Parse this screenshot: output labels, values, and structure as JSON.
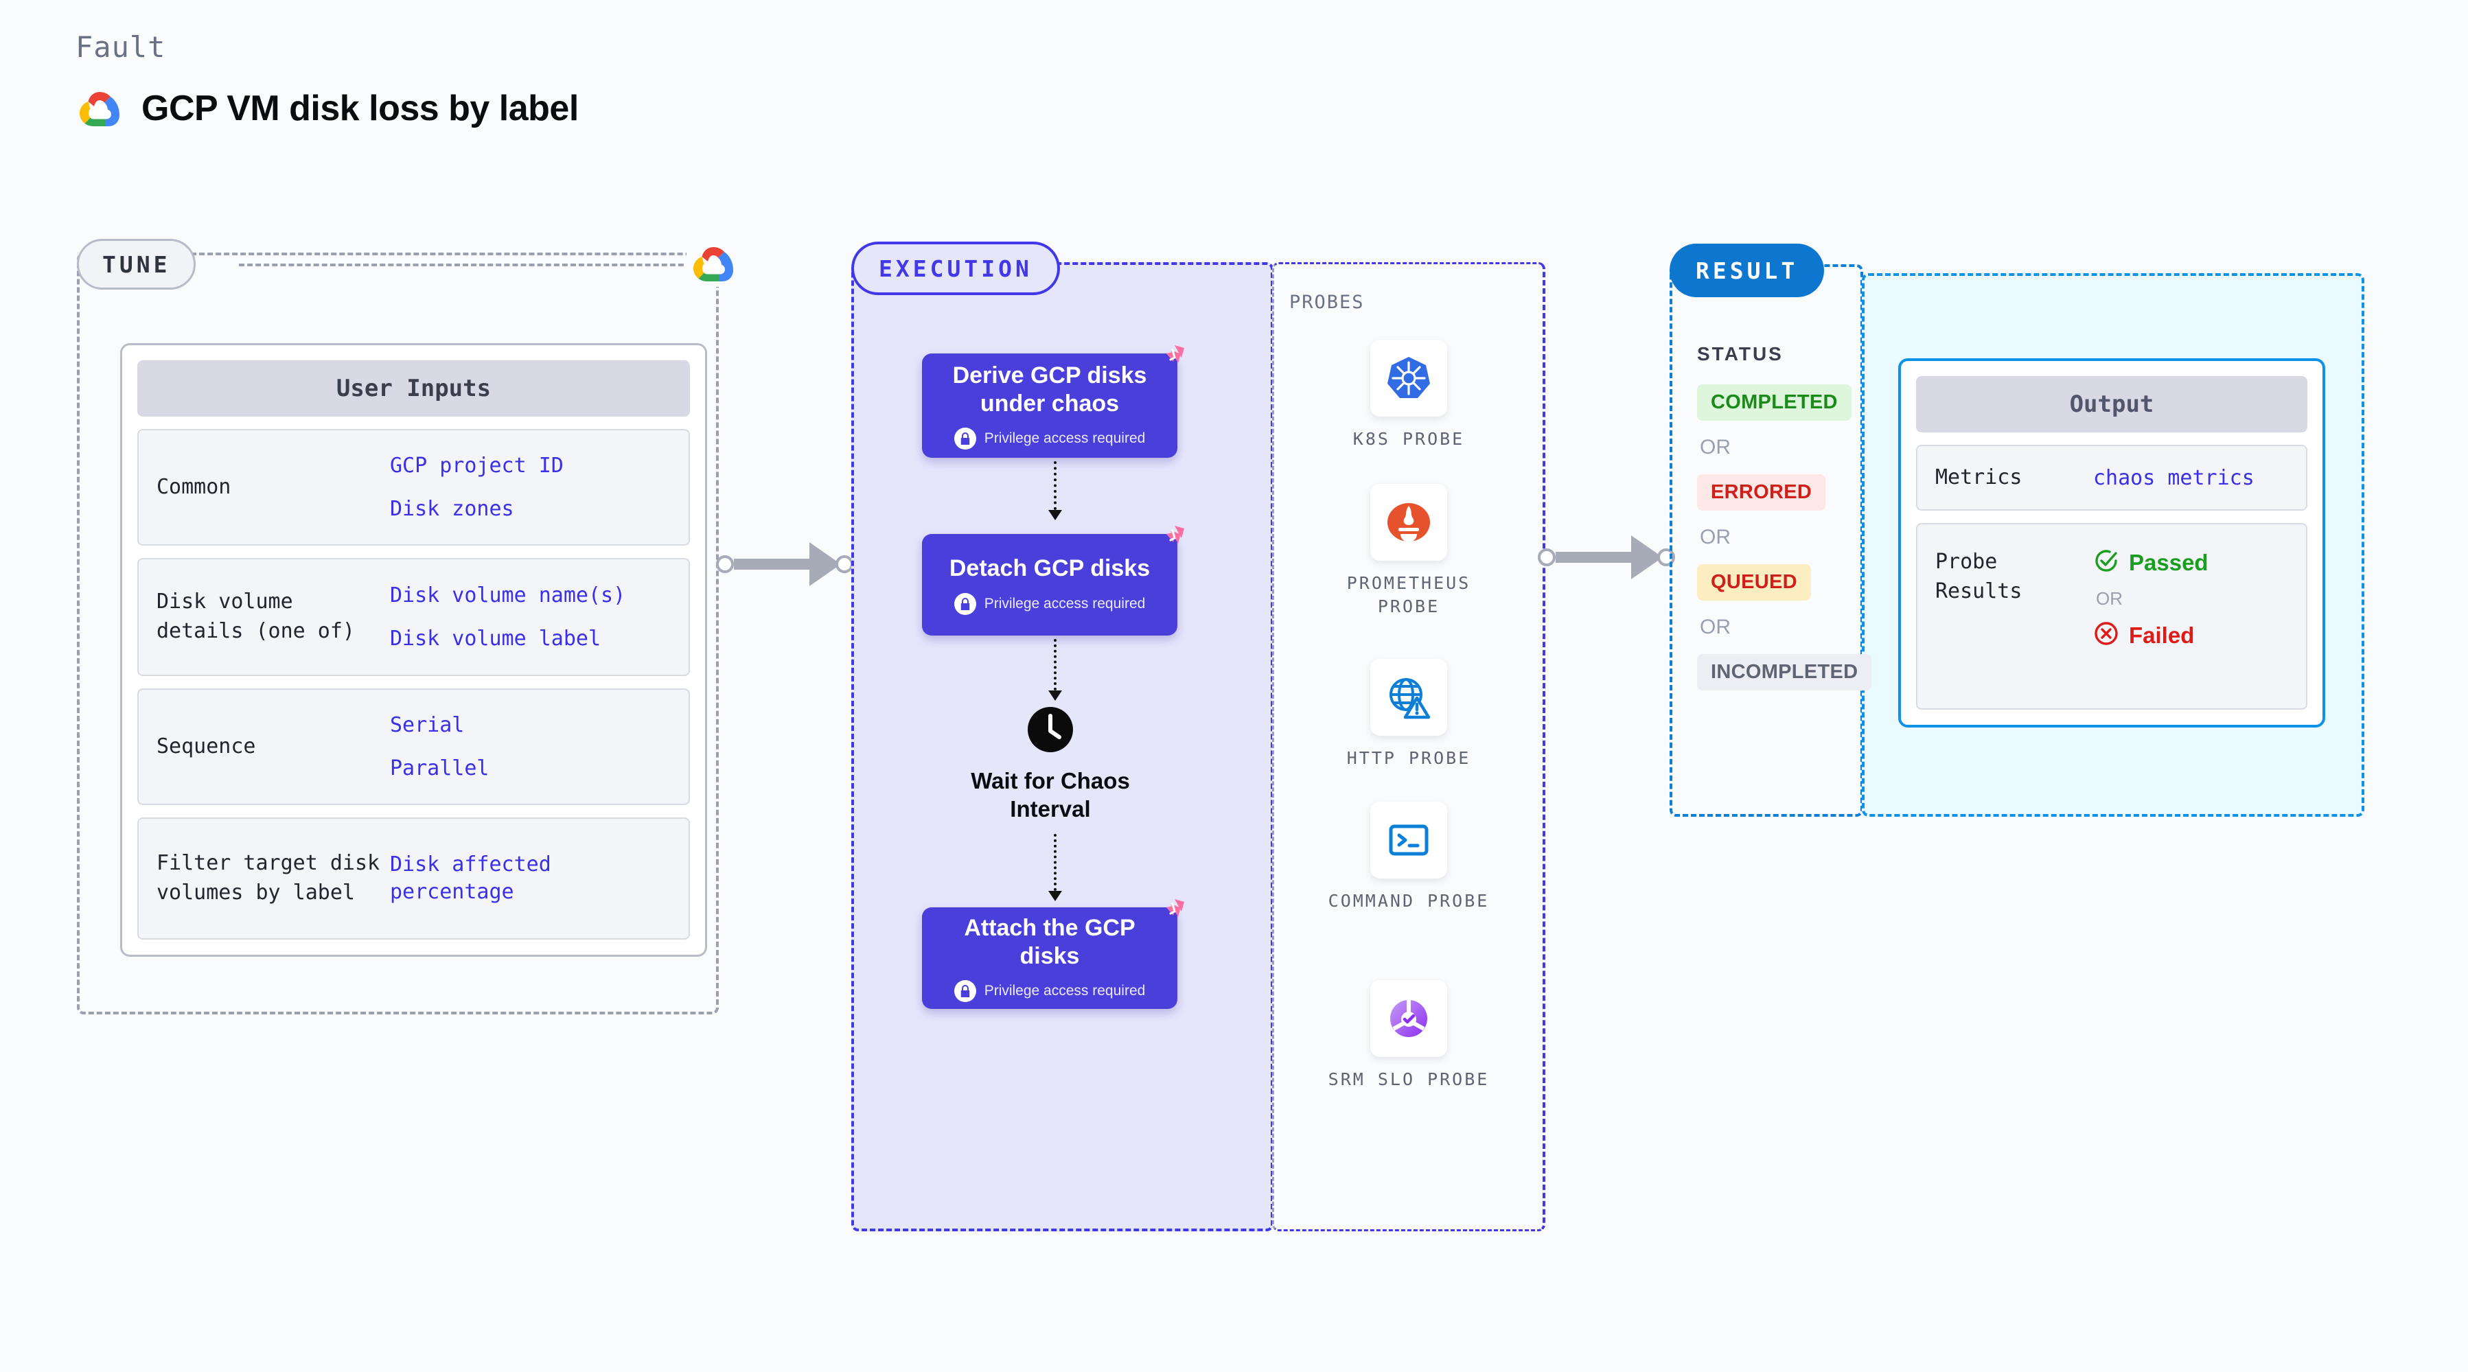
{
  "header": {
    "kicker": "Fault",
    "title": "GCP VM disk loss by label",
    "logo_icon": "gcp-cloud-logo"
  },
  "tune": {
    "pill_label": "TUNE",
    "badge_icon": "gcp-cloud-logo",
    "card_title": "User Inputs",
    "rows": [
      {
        "label": "Common",
        "values": [
          "GCP project ID",
          "Disk zones"
        ]
      },
      {
        "label": "Disk volume details (one of)",
        "values": [
          "Disk volume name(s)",
          "Disk volume label"
        ]
      },
      {
        "label": "Sequence",
        "values": [
          "Serial",
          "Parallel"
        ]
      },
      {
        "label": "Filter target disk volumes by label",
        "values": [
          "Disk affected percentage"
        ]
      }
    ]
  },
  "execution": {
    "pill_label": "EXECUTION",
    "privilege_text": "Privilege access required",
    "lock_icon": "lock-icon",
    "corner_icon": "litmus-chaos-badge-icon",
    "nodes": [
      {
        "title": "Derive GCP disks under chaos",
        "privileged": true
      },
      {
        "title": "Detach GCP disks",
        "privileged": true
      },
      {
        "title": "Attach the GCP disks",
        "privileged": true
      }
    ],
    "wait": {
      "label": "Wait for Chaos Interval",
      "icon": "clock-icon"
    }
  },
  "probes": {
    "section_title": "PROBES",
    "items": [
      {
        "name": "K8S PROBE",
        "icon": "kubernetes-icon"
      },
      {
        "name": "PROMETHEUS PROBE",
        "icon": "prometheus-icon"
      },
      {
        "name": "HTTP PROBE",
        "icon": "globe-warning-icon"
      },
      {
        "name": "COMMAND PROBE",
        "icon": "terminal-icon"
      },
      {
        "name": "SRM SLO PROBE",
        "icon": "srm-slo-icon"
      }
    ]
  },
  "result": {
    "pill_label": "RESULT",
    "status_title": "STATUS",
    "or_label": "OR",
    "statuses": [
      {
        "label": "COMPLETED",
        "style": "completed"
      },
      {
        "label": "ERRORED",
        "style": "errored"
      },
      {
        "label": "QUEUED",
        "style": "queued"
      },
      {
        "label": "INCOMPLETED",
        "style": "incompleted"
      }
    ],
    "output": {
      "card_title": "Output",
      "metrics_label": "Metrics",
      "metrics_value": "chaos metrics",
      "probe_results_label": "Probe Results",
      "passed_label": "Passed",
      "failed_label": "Failed",
      "or_label": "OR",
      "passed_icon": "check-circle-icon",
      "failed_icon": "x-circle-icon"
    }
  },
  "colors": {
    "accent_purple": "#4a3fdb",
    "accent_blue": "#0d76cf",
    "value_text": "#3b2fe8",
    "pink_badge": "#fb6ea0",
    "success": "#1a9e1f",
    "danger": "#e01b17"
  }
}
